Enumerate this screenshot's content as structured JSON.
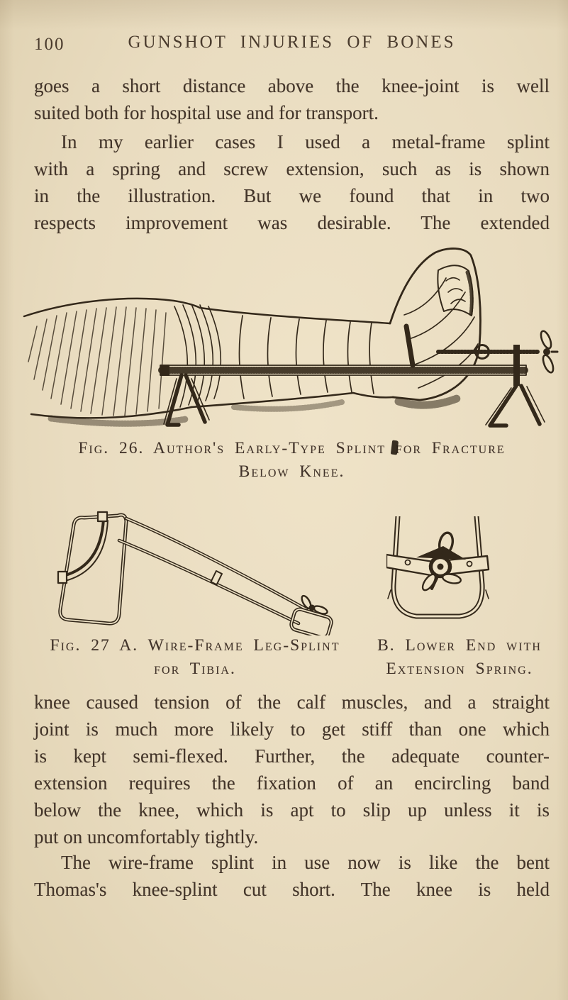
{
  "page": {
    "number": "100",
    "header_title": "GUNSHOT INJURIES OF BONES"
  },
  "body": {
    "para1": {
      "lines": [
        "goes a short distance above the knee-joint is well",
        "suited both for hospital use and for transport."
      ]
    },
    "para2": {
      "lines": [
        "In my earlier cases I used a metal-frame splint",
        "with a spring and screw extension, such as is shown",
        "in the illustration.  But we found that in two",
        "respects improvement was desirable.  The extended"
      ]
    },
    "para3": {
      "lines": [
        "knee caused tension of the calf muscles, and a straight",
        "joint is much more likely to get stiff than one which",
        "is kept semi-flexed.  Further, the adequate counter-",
        "extension requires the fixation of an encircling band",
        "below the knee, which is apt to slip up unless it is",
        "put on uncomfortably tightly."
      ]
    },
    "para4": {
      "lines": [
        "The wire-frame splint in use now is like the bent",
        "Thomas's knee-splint cut short.  The knee is held"
      ]
    }
  },
  "figures": {
    "fig26": {
      "caption_line1": "Fig. 26. Author's Early-Type Splint for Fracture",
      "caption_line2": "Below Knee.",
      "illustration": "bandaged-leg-in-metal-frame-splint-engraving"
    },
    "fig27a": {
      "caption_line1": "Fig. 27 A. Wire-Frame Leg-Splint",
      "caption_line2": "for Tibia.",
      "illustration": "wire-frame-leg-splint-engraving"
    },
    "fig27b": {
      "caption_line1": "B. Lower End with",
      "caption_line2": "Extension Spring.",
      "illustration": "splint-lower-end-extension-spring-engraving"
    }
  },
  "colors": {
    "paper": "#e9dcc0",
    "ink": "#43352a",
    "drawing_ink": "#33281a"
  }
}
